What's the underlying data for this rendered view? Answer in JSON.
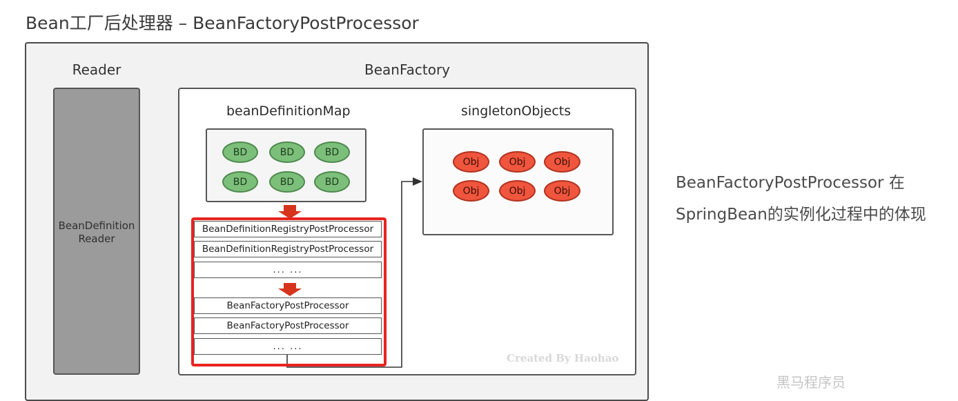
{
  "title": "Bean工厂后处理器 – BeanFactoryPostProcessor",
  "reader": {
    "heading": "Reader",
    "box_label": "BeanDefinitionReader"
  },
  "factory": {
    "heading": "BeanFactory",
    "bean_definition_map": {
      "label": "beanDefinitionMap",
      "items": [
        "BD",
        "BD",
        "BD",
        "BD",
        "BD",
        "BD"
      ]
    },
    "singleton_objects": {
      "label": "singletonObjects",
      "items": [
        "Obj",
        "Obj",
        "Obj",
        "Obj",
        "Obj",
        "Obj"
      ]
    },
    "processors": [
      "BeanDefinitionRegistryPostProcessor",
      "BeanDefinitionRegistryPostProcessor",
      "... ...",
      "BeanFactoryPostProcessor",
      "BeanFactoryPostProcessor",
      "... ..."
    ]
  },
  "watermark": "Created By Haohao",
  "caption": {
    "line1": "BeanFactoryPostProcessor 在",
    "line2": "SpringBean的实例化过程中的体现"
  },
  "corner_mark": "黑马程序员",
  "colors": {
    "bd_fill": "#7cbf7a",
    "obj_fill": "#f0553d",
    "highlight_frame": "#e8231f",
    "flow_arrow": "#d7341d",
    "reader_fill": "#9b9b9b"
  }
}
